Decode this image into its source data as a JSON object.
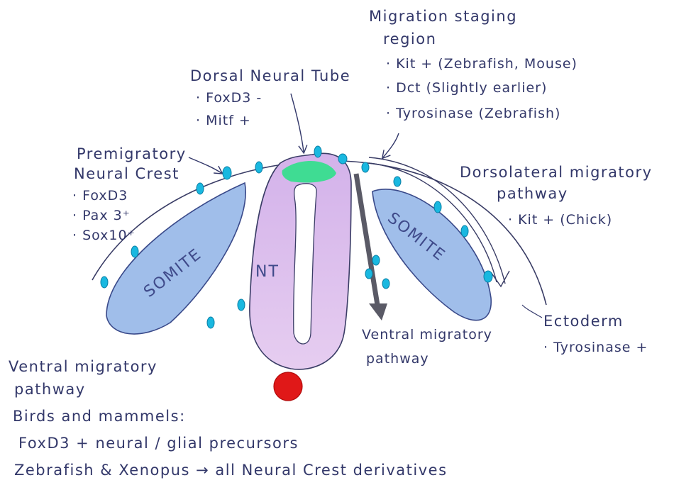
{
  "labels": {
    "somite_left": "SOMITE",
    "somite_right": "SOMITE",
    "neural_tube": "NT",
    "dorsal_neural_tube": {
      "title": "Dorsal Neural Tube",
      "markers": [
        "· FoxD3 -",
        "· Mitf +"
      ]
    },
    "migration_staging": {
      "title_line1": "Migration staging",
      "title_line2": "region",
      "markers": [
        "· Kit + (Zebrafish, Mouse)",
        "· Dct (Slightly earlier)",
        "· Tyrosinase (Zebrafish)"
      ]
    },
    "premigratory": {
      "title_line1": "Premigratory",
      "title_line2": "Neural Crest",
      "markers": [
        "· FoxD3",
        "· Pax 3⁺",
        "· Sox10⁺"
      ]
    },
    "dorsolateral": {
      "title_line1": "Dorsolateral migratory",
      "title_line2": "pathway",
      "markers": [
        "· Kit + (Chick)"
      ]
    },
    "ectoderm": {
      "title": "Ectoderm",
      "markers": [
        "· Tyrosinase +"
      ]
    },
    "ventral_right": {
      "line1": "Ventral migratory",
      "line2": "pathway"
    },
    "ventral_bottom": {
      "line1": "Ventral migratory",
      "line2": "pathway",
      "line3": "Birds and mammels:",
      "line4": "FoxD3 + neural / glial precursors",
      "line5": "Zebrafish & Xenopus → all Neural Crest derivatives"
    }
  },
  "colors": {
    "ink": "#33386a",
    "somite_fill": "#8fb3e6",
    "neural_tube_fill": "#d8b8ea",
    "dorsal_green": "#2fe08a",
    "crest_cell": "#19b8e0",
    "notochord": "#e01818",
    "arrow_dark": "#5a5a66"
  }
}
